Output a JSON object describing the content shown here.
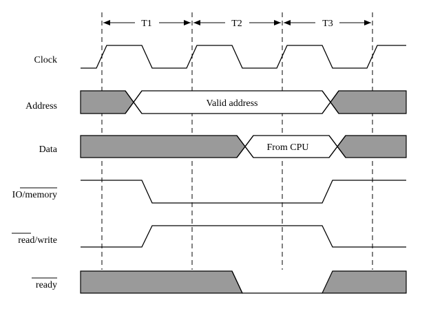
{
  "periods": [
    "T1",
    "T2",
    "T3"
  ],
  "signals": {
    "clock": "Clock",
    "address": "Address",
    "data": "Data",
    "io_memory_prefix": "IO/",
    "io_memory_overbar": "memory",
    "read_write_overbar": "read",
    "read_write_suffix": "/write",
    "ready_overbar": "ready"
  },
  "annotations": {
    "valid_address": "Valid address",
    "from_cpu": "From CPU"
  },
  "colors": {
    "shaded": "#9a9a9a",
    "line": "#000000",
    "background": "#ffffff"
  }
}
